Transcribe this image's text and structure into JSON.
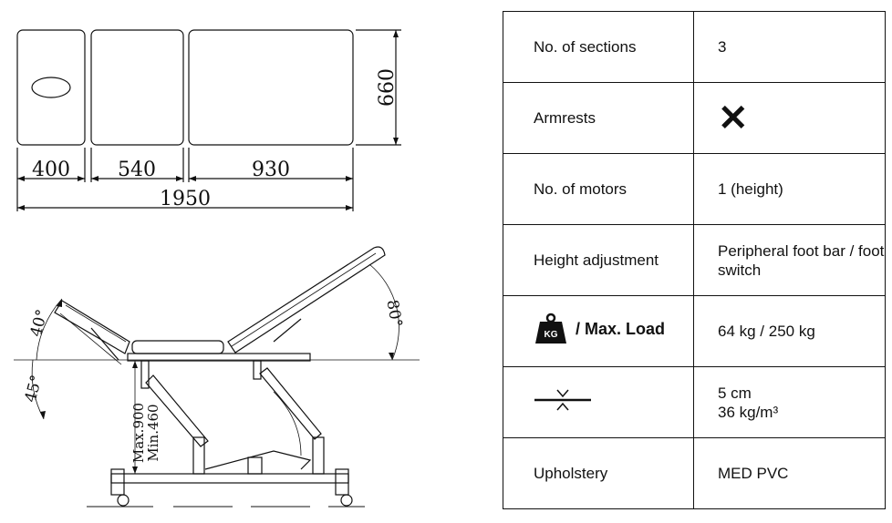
{
  "diagram": {
    "top_view_widths": [
      "400",
      "540",
      "930"
    ],
    "total_length": "1950",
    "width": "660",
    "backrest_angle": "40°",
    "backrest_drop_angle": "45°",
    "footrest_angle": "80°",
    "height_max": "Max.900",
    "height_min": "Min.460"
  },
  "specs": [
    {
      "label": "No. of sections",
      "value": "3"
    },
    {
      "label": "Armrests",
      "value": "✕"
    },
    {
      "label": "No. of motors",
      "value": "1 (height)"
    },
    {
      "label": "Height adjustment",
      "value": "Peripheral foot bar / foot switch"
    },
    {
      "label": "/ Max. Load",
      "value": "64 kg / 250 kg",
      "icon": "kg-weight-icon",
      "icon_text": "KG"
    },
    {
      "label": "",
      "value": "5 cm",
      "value2": "36 kg/m³",
      "icon": "compression-icon"
    },
    {
      "label": "Upholstery",
      "value": "MED PVC"
    }
  ]
}
